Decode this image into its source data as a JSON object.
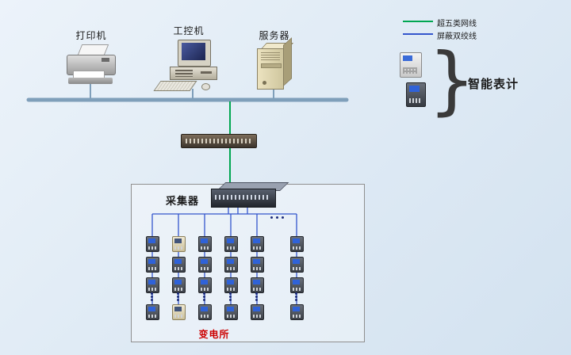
{
  "labels": {
    "printer": "打印机",
    "workstation": "工控机",
    "server": "服务器",
    "collector": "采集器",
    "substation": "变电所",
    "smart_meters": "智能表计"
  },
  "legend": {
    "cat5_label": "超五类网线",
    "stp_label": "屏蔽双绞线"
  },
  "icons": {
    "brace": "}"
  },
  "colors": {
    "cat5_line": "#00a651",
    "stp_line": "#3355cc",
    "bus_line": "#7f9fba",
    "substation_text": "#cc0000",
    "meter_screen": "#2f62d8"
  }
}
